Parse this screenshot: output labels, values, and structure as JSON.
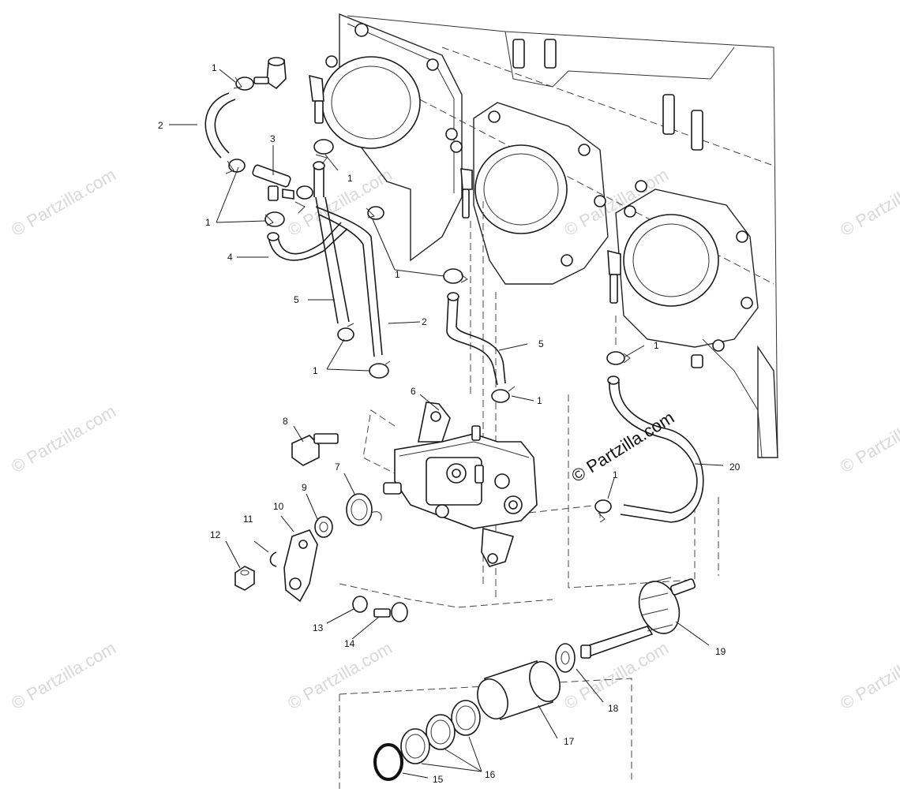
{
  "watermark": "© Partzilla.com",
  "copyright": "© Partzilla.com",
  "callouts": {
    "c1a": "1",
    "c1b": "1",
    "c1c": "1",
    "c1d": "1",
    "c1e": "1",
    "c1f": "1",
    "c1g": "1",
    "c1h": "1",
    "c2a": "2",
    "c2b": "2",
    "c3": "3",
    "c4": "4",
    "c5a": "5",
    "c5b": "5",
    "c6": "6",
    "c7": "7",
    "c8": "8",
    "c9": "9",
    "c10": "10",
    "c11": "11",
    "c12": "12",
    "c13": "13",
    "c14": "14",
    "c15": "15",
    "c16": "16",
    "c17": "17",
    "c18": "18",
    "c19": "19",
    "c20": "20"
  }
}
